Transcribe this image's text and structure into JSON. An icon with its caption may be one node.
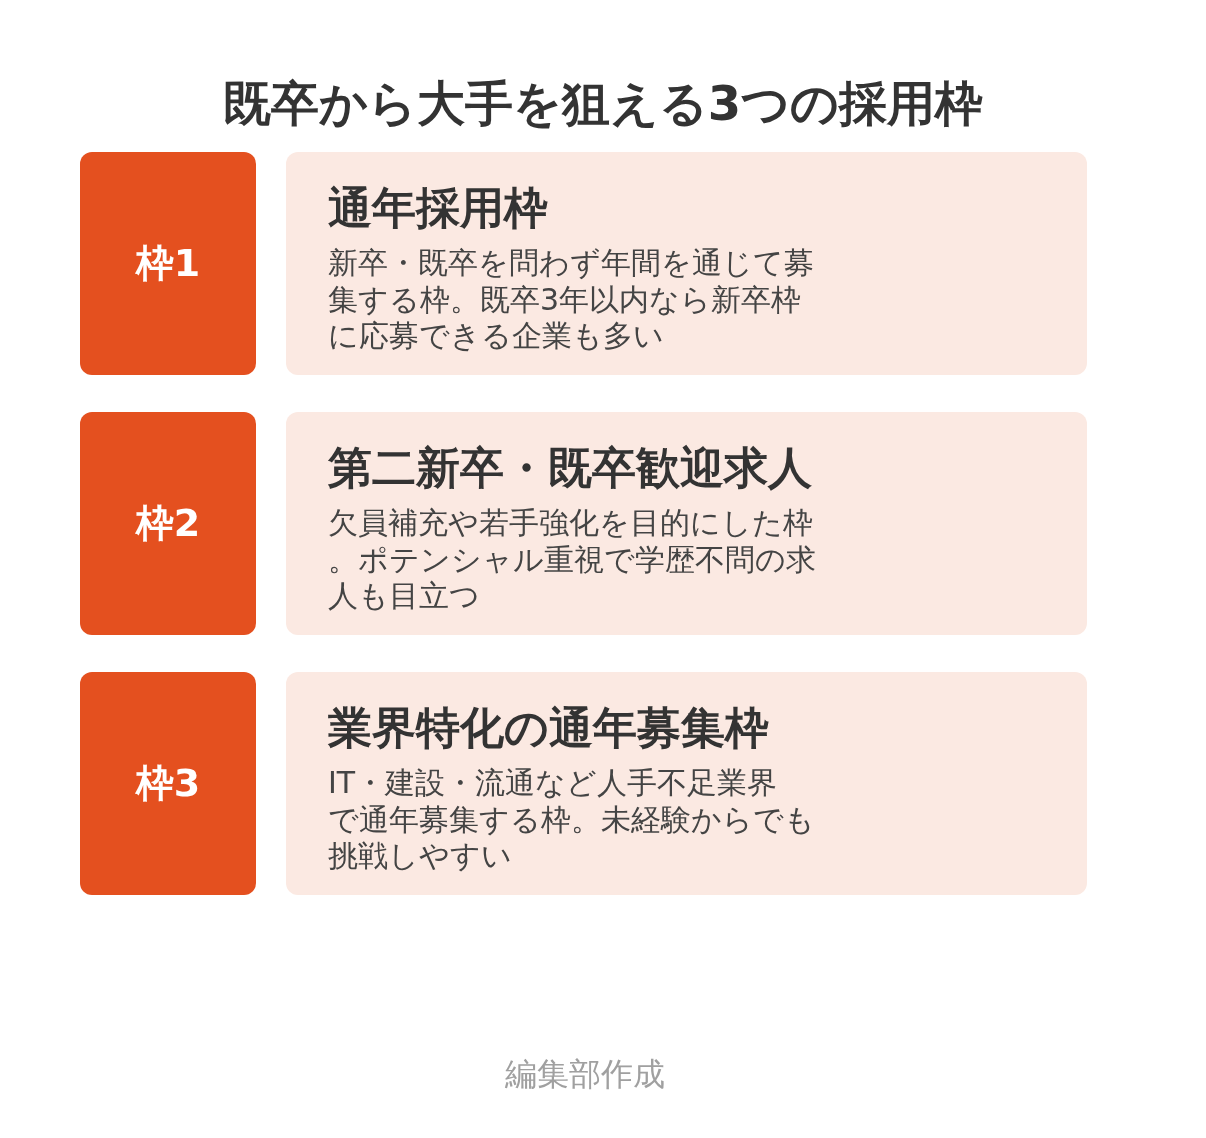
{
  "diagram": {
    "title": "既卒から大手を狙える3つの採用枠",
    "nodes": [
      {
        "text": [
          "枠1"
        ]
      },
      {
        "text": [
          "通年採用枠",
          "新卒・既卒を問わず年間を通じて募集する枠。既卒3年以内なら新卒枠に応募できる企業も多い"
        ]
      },
      {
        "text": [
          "枠2"
        ]
      },
      {
        "text": [
          "第二新卒・既卒歓迎求人",
          "欠員補充や若手強化を目的にした枠。ポテンシャル重視で学歴不問の求人も目立つ"
        ]
      },
      {
        "text": [
          "枠3"
        ]
      },
      {
        "text": [
          "業界特化の通年募集枠",
          "IT・建設・流通など人手不足業界で通年募集する枠。未経験からでも挑戦しやすい"
        ]
      }
    ],
    "caption": "編集部作成"
  }
}
